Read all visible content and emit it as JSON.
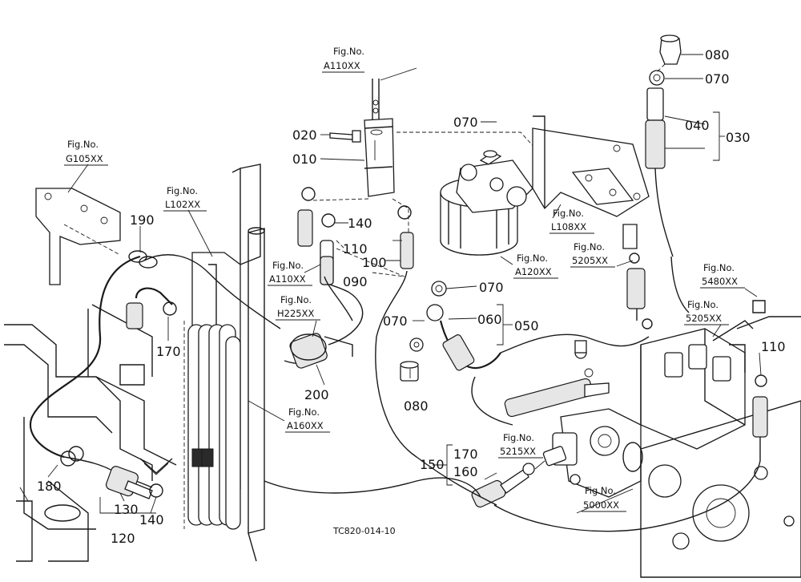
{
  "callouts": {
    "c080_top": "080",
    "c070_top": "070",
    "c040": "040",
    "c030": "030",
    "c070_filter": "070",
    "c020": "020",
    "c010": "010",
    "c190": "190",
    "c140_mid": "140",
    "c110_mid": "110",
    "c100": "100",
    "c090": "090",
    "c070_low": "070",
    "c070_left": "070",
    "c060": "060",
    "c050": "050",
    "c080_low": "080",
    "c170_left": "170",
    "c200": "200",
    "c110_right": "110",
    "c180": "180",
    "c130": "130",
    "c140_low": "140",
    "c120": "120",
    "c150": "150",
    "c170_low": "170",
    "c160": "160"
  },
  "fig_refs": {
    "fig_label": "Fig.No.",
    "a110_top": "A110XX",
    "g105": "G105XX",
    "l102": "L102XX",
    "a110_mid": "A110XX",
    "h225": "H225XX",
    "a120": "A120XX",
    "l108": "L108XX",
    "f5205_top": "5205XX",
    "f5480": "5480XX",
    "f5205_mid": "5205XX",
    "a160": "A160XX",
    "f5215": "5215XX",
    "f5000": "5000XX"
  },
  "drawing_code": "TC820-014-10"
}
